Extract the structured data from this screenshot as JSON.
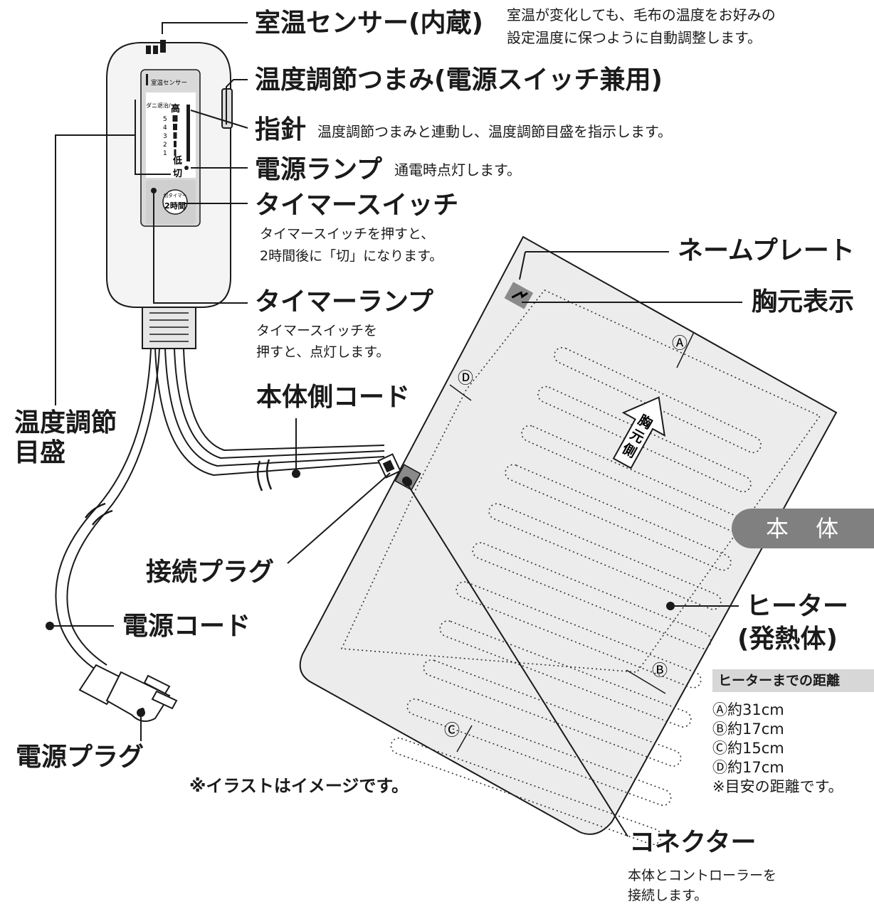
{
  "labels": {
    "room_sensor": "室温センサー(内蔵)",
    "room_sensor_desc_1": "室温が変化しても、毛布の温度をお好みの",
    "room_sensor_desc_2": "設定温度に保つように自動調整します。",
    "temp_knob": "温度調節つまみ(電源スイッチ兼用)",
    "pointer": "指針",
    "pointer_desc": "温度調節つまみと連動し、温度調節目盛を指示します。",
    "power_lamp": "電源ランプ",
    "power_lamp_desc": "通電時点灯します。",
    "timer_switch": "タイマースイッチ",
    "timer_switch_desc_1": "タイマースイッチを押すと、",
    "timer_switch_desc_2": "2時間後に「切」になります。",
    "timer_lamp": "タイマーランプ",
    "timer_lamp_desc_1": "タイマースイッチを",
    "timer_lamp_desc_2": "押すと、点灯します。",
    "body_cord": "本体側コード",
    "temp_scale_1": "温度調節",
    "temp_scale_2": "目盛",
    "connect_plug": "接続プラグ",
    "power_cord": "電源コード",
    "power_plug": "電源プラグ",
    "illustration_note": "※イラストはイメージです。",
    "name_plate": "ネームプレート",
    "chest_mark": "胸元表示",
    "main_body": "本 体",
    "heater_1": "ヒーター",
    "heater_2": "(発熱体)",
    "connector": "コネクター",
    "connector_desc_1": "本体とコントローラーを",
    "connector_desc_2": "接続します。"
  },
  "controller": {
    "sensor_label": "室温センサー",
    "mite_label": "ダニ退治/",
    "high": "高",
    "low": "低",
    "off": "切",
    "scale_numbers": [
      "5",
      "4",
      "3",
      "2",
      "1"
    ],
    "timer_top": "切タイマー",
    "timer_hours": "2時間"
  },
  "pad": {
    "arrow_text": [
      "胸",
      "元",
      "側"
    ],
    "markers": {
      "a": "Ⓐ",
      "b": "Ⓑ",
      "c": "Ⓒ",
      "d": "Ⓓ"
    }
  },
  "distances": {
    "title": "ヒーターまでの距離",
    "items": [
      "Ⓐ約31cm",
      "Ⓑ約17cm",
      "Ⓒ約15cm",
      "Ⓓ約17cm"
    ],
    "note": "※目安の距離です。"
  },
  "colors": {
    "pad": "#ececec",
    "line": "#1a1a1a",
    "pill": "#808080",
    "plate": "#8a8a8a"
  }
}
